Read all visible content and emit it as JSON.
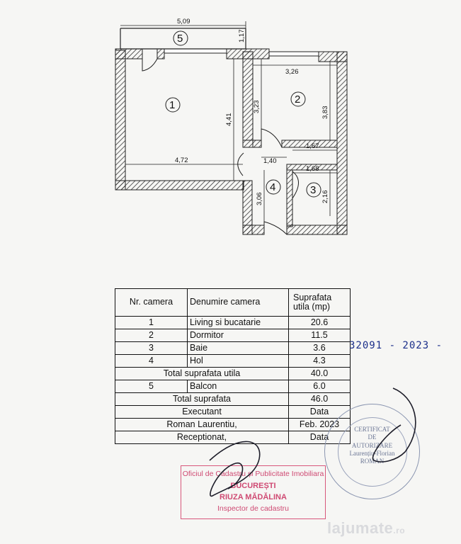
{
  "plan": {
    "dims": {
      "d509": "5,09",
      "d117": "1,17",
      "d326": "3,26",
      "d441": "4,41",
      "d323": "3,23",
      "d383": "3,83",
      "d472": "4,72",
      "d140": "1,40",
      "d167": "1,67",
      "d168": "1,68",
      "d306": "3,06",
      "d216": "2,16"
    },
    "rooms": {
      "r1": "1",
      "r2": "2",
      "r3": "3",
      "r4": "4",
      "r5": "5"
    }
  },
  "table": {
    "header": {
      "nr": "Nr. camera",
      "name": "Denumire camera",
      "area_l1": "Suprafata",
      "area_l2": "utila (mp)"
    },
    "rows": [
      {
        "nr": "1",
        "name": "Living si bucatarie",
        "area": "20.6"
      },
      {
        "nr": "2",
        "name": "Dormitor",
        "area": "11.5"
      },
      {
        "nr": "3",
        "name": "Baie",
        "area": "3.6"
      },
      {
        "nr": "4",
        "name": "Hol",
        "area": "4.3"
      }
    ],
    "total_util_label": "Total suprafata utila",
    "total_util_value": "40.0",
    "balcon": {
      "nr": "5",
      "name": "Balcon",
      "area": "6.0"
    },
    "total_label": "Total suprafata",
    "total_value": "46.0",
    "executant_label": "Executant",
    "data_label_1": "Data",
    "executant_name": "Roman Laurentiu,",
    "executant_date": "Feb. 2023",
    "receptionat_label": "Receptionat,",
    "data_label_2": "Data"
  },
  "handwritten_number": "32091 - 2023 -",
  "stamp_ocpi": {
    "line1": "Oficiul de Cadastru și Publicitate Imobiliara",
    "line2": "BUCUREȘTI",
    "line3": "RIUZA MĂDĂLINA",
    "line4": "Inspector de cadastru"
  },
  "stamp_cert": {
    "line1": "CERTIFICAT",
    "line2": "DE",
    "line3": "AUTORIZARE",
    "line4": "Laurențiu-Florian",
    "line5": "ROMAN"
  },
  "watermark": {
    "name": "lajumate",
    "tld": ".ro"
  },
  "colors": {
    "stamp_red": "#cf4a73",
    "ink_blue": "#1b2f8a",
    "stamp_gray": "#6c7795"
  }
}
